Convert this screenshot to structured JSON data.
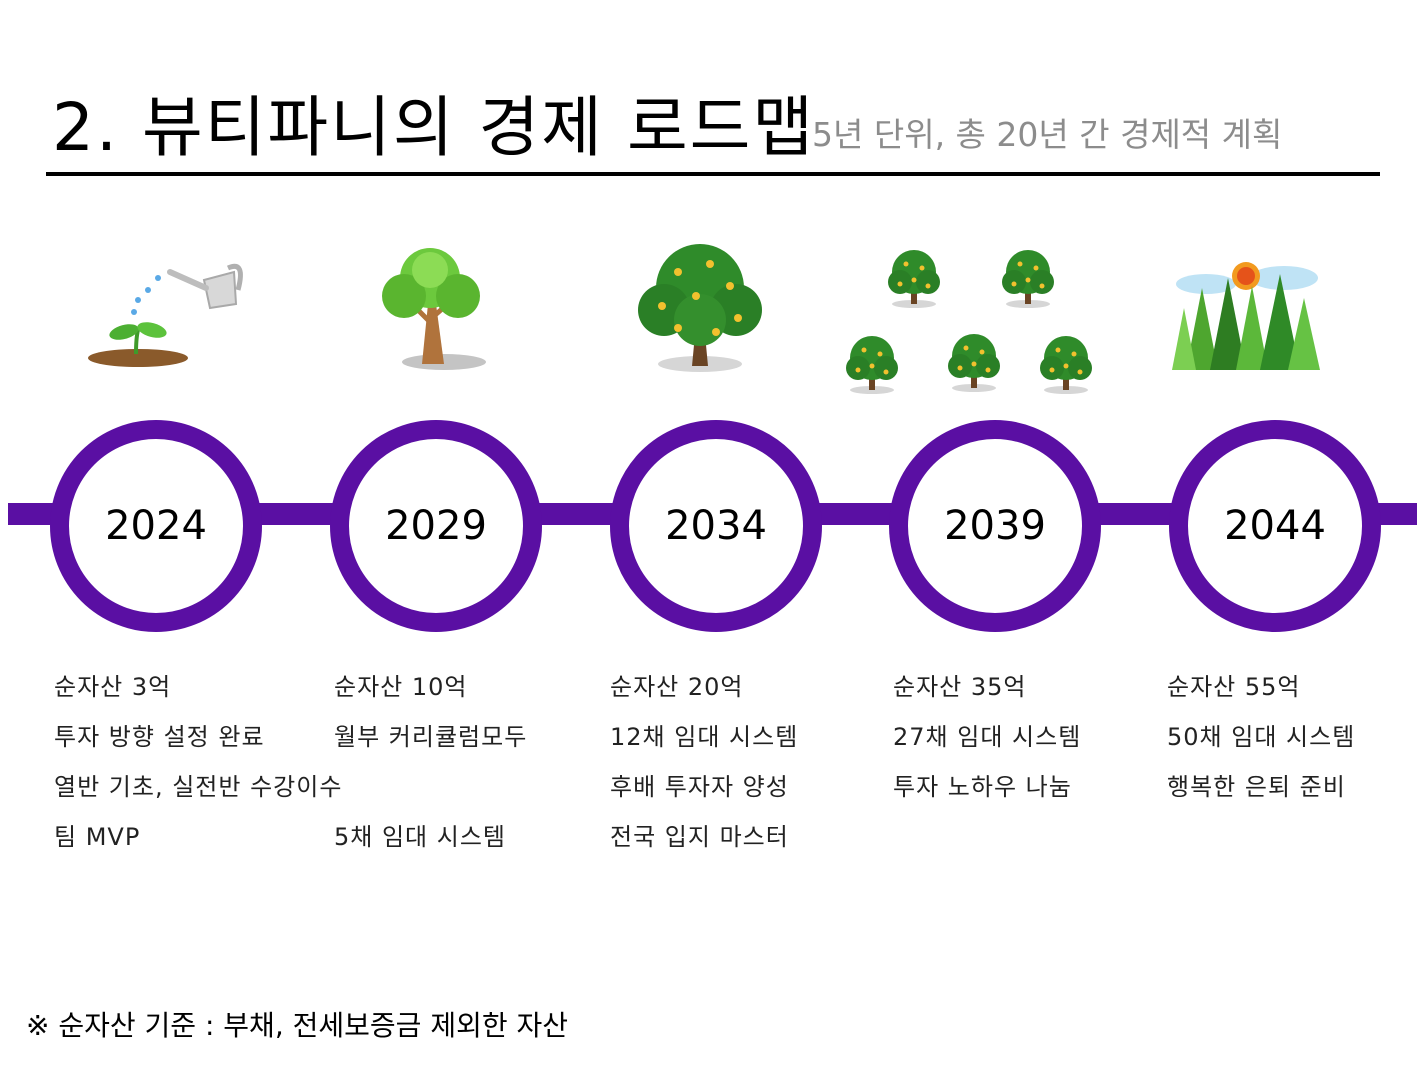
{
  "title": "2. 뷰티파니의 경제 로드맵",
  "subtitle": "5년 단위, 총 20년 간 경제적 계획",
  "colors": {
    "timeline": "#5a0fa3",
    "subtitle": "#8c8c8c",
    "text": "#222222"
  },
  "milestones": [
    {
      "year": "2024",
      "icon": "watering-can-seedling-icon",
      "details": [
        "순자산 3억",
        "투자 방향 설정 완료",
        "열반 기초, 실전반 수강이수",
        "팀 MVP"
      ]
    },
    {
      "year": "2029",
      "icon": "young-tree-icon",
      "details": [
        "순자산 10억",
        "월부 커리큘럼모두",
        "",
        "5채 임대 시스템"
      ]
    },
    {
      "year": "2034",
      "icon": "fruit-tree-icon",
      "details": [
        "순자산 20억",
        "12채 임대 시스템",
        "후배 투자자 양성",
        "전국 입지 마스터"
      ]
    },
    {
      "year": "2039",
      "icon": "fruit-orchard-icon",
      "details": [
        "순자산 35억",
        "27채 임대 시스템",
        "투자 노하우 나눔"
      ]
    },
    {
      "year": "2044",
      "icon": "forest-icon",
      "details": [
        "순자산 55억",
        "50채 임대 시스템",
        "행복한 은퇴 준비"
      ]
    }
  ],
  "footnote": "※ 순자산 기준 : 부채, 전세보증금 제외한 자산"
}
